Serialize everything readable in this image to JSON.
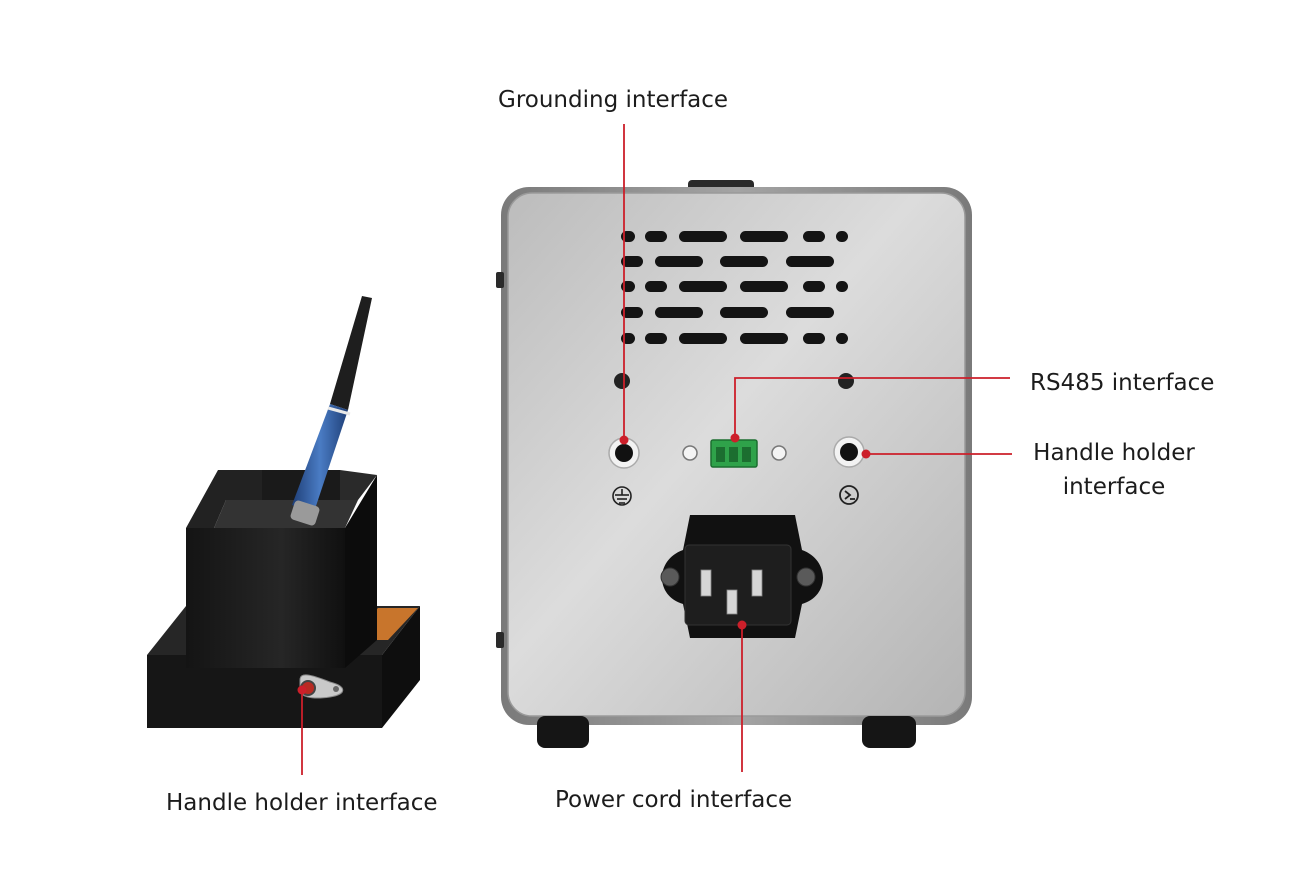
{
  "callouts": {
    "grounding": "Grounding interface",
    "rs485": "RS485 interface",
    "handle_holder_right_line1": "Handle holder",
    "handle_holder_right_line2": "interface",
    "handle_holder_left": "Handle holder interface",
    "power_cord": "Power cord interface"
  },
  "colors": {
    "callout_line": "#cc1f2a",
    "panel": "#c9c9c9",
    "housing": "#8f8f8f",
    "terminal_block": "#2fa24a",
    "holder_body": "#1b1b1b",
    "handle_grip": "#2f5fa6"
  }
}
